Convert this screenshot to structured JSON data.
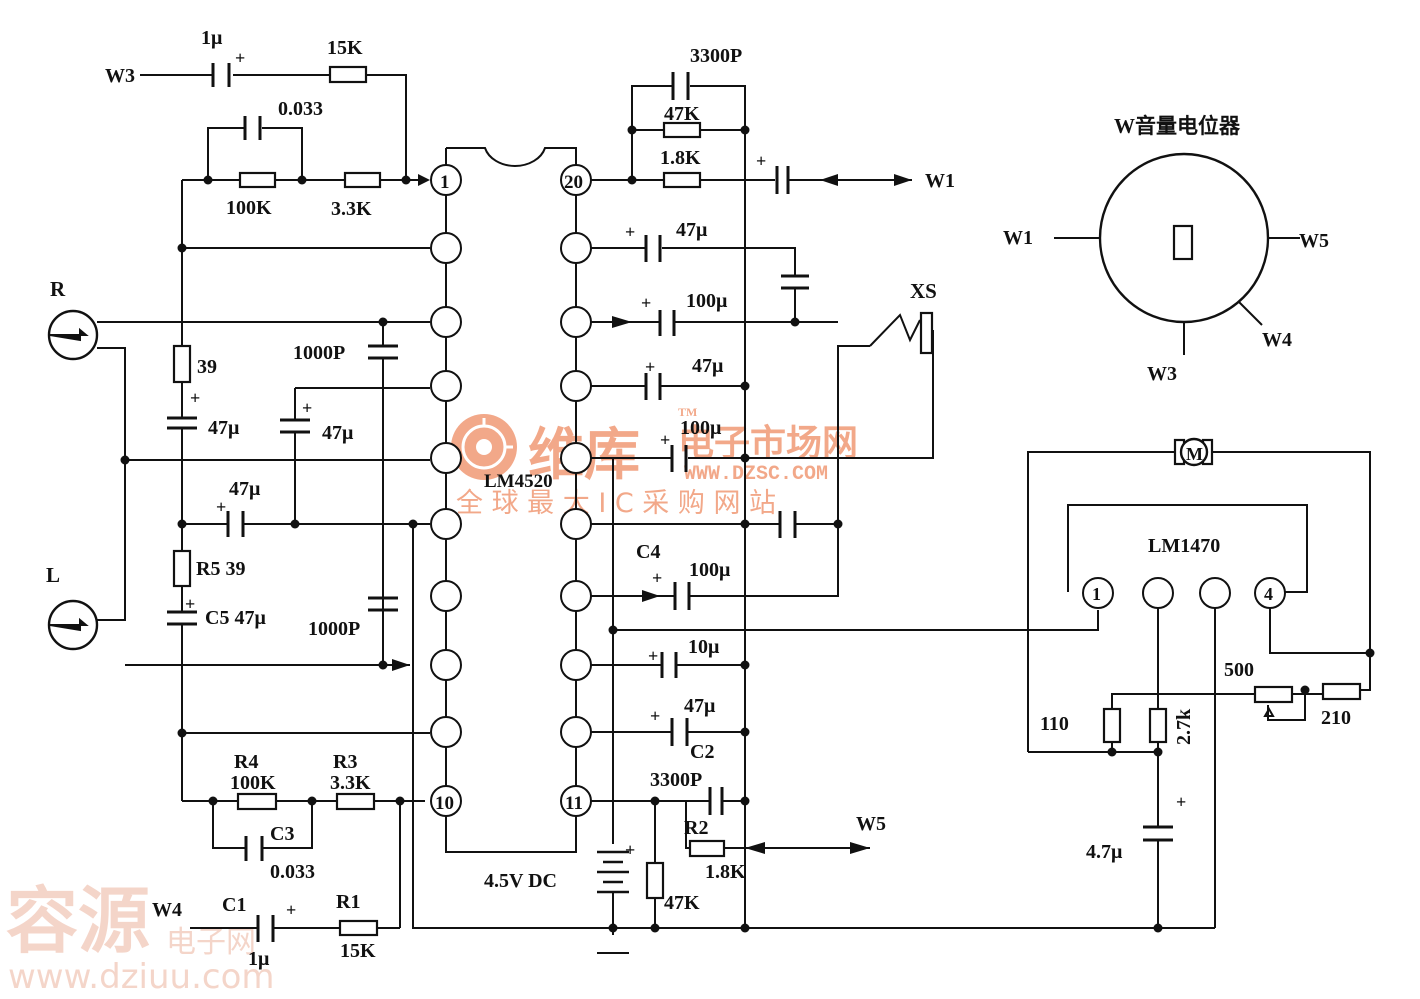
{
  "title": "W音量电位器",
  "ic_main": {
    "name": "LM4520",
    "pin1": "1",
    "pin10": "10",
    "pin11": "11",
    "pin20": "20"
  },
  "ic_motor": {
    "name": "LM1470",
    "pin1": "1",
    "pin4": "4"
  },
  "power": "4.5V DC",
  "inputs": {
    "r": "R",
    "l": "L"
  },
  "jack": "XS",
  "motor": "M",
  "wipers": {
    "w1": "W1",
    "w3": "W3",
    "w4": "W4",
    "w5": "W5"
  },
  "pot_labels": {
    "w1": "W1",
    "w3": "W3",
    "w4": "W4",
    "w5": "W5"
  },
  "components": {
    "c_top_1u": "1μ",
    "r_top_15k": "15K",
    "c_top_0033": "0.033",
    "r_100k_top": "100K",
    "r_33k_top": "3.3K",
    "c_3300p_top": "3300P",
    "r_47k_top": "47K",
    "r_18k_top": "1.8K",
    "c_47u_a": "47μ",
    "c_100u_a": "100μ",
    "c_47u_b": "47μ",
    "c_100u_b": "100μ",
    "r_39_top": "39",
    "c_1000p_top": "1000P",
    "c_47u_left": "47μ",
    "c_47u_mid": "47μ",
    "c_47u_r": "47μ",
    "r5": "R5 39",
    "c5": "C5 47μ",
    "c_1000p_bot": "1000P",
    "c4": "C4",
    "c4_val": "100μ",
    "c_10u": "10μ",
    "c_47u_c2": "47μ",
    "c2": "C2",
    "r4": "R4",
    "r4_val": "100K",
    "r3": "R3",
    "r3_val": "3.3K",
    "c3": "C3",
    "c3_val": "0.033",
    "c_3300p_bot": "3300P",
    "r2": "R2",
    "r2_val": "1.8K",
    "r_47k_bot": "47K",
    "c1": "C1",
    "c1_val": "1μ",
    "r1": "R1",
    "r1_val": "15K",
    "r_110": "110",
    "r_27k": "2.7k",
    "pot_500": "500",
    "r_210": "210",
    "c_47u_motor": "4.7μ"
  },
  "watermark": {
    "brand": "维库",
    "site_cn": "电子市场网",
    "site_url": "WWW.DZSC.COM",
    "slogan": "全 球 最 大 I C 采 购 网 站",
    "tm": "TM",
    "brand2": "容源",
    "brand2_sub": "电子网",
    "url2": "www.dziuu.com"
  }
}
